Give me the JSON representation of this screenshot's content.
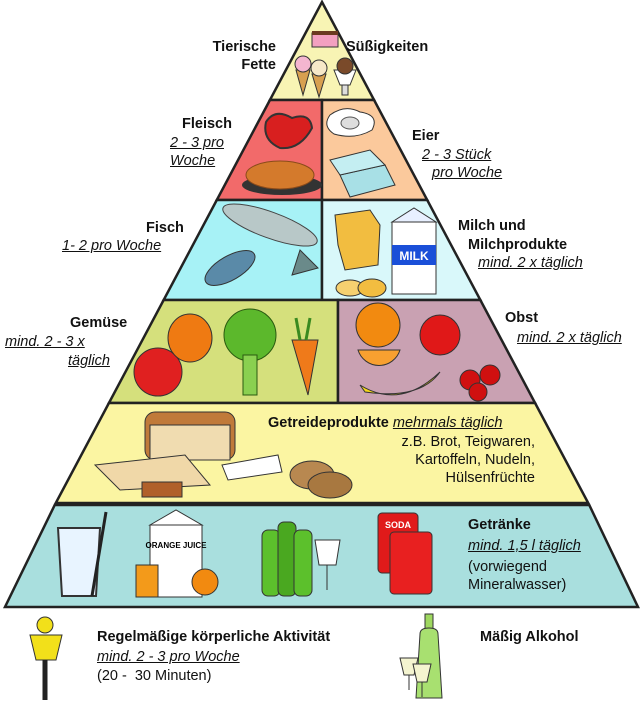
{
  "title": "Ernährungspyramide",
  "colors": {
    "top": "#f8f4b4",
    "meat": "#f26a6a",
    "eggs": "#fbc99c",
    "fish": "#a7f2f6",
    "dairy": "#d9f8fa",
    "veg": "#d5e07c",
    "fruit": "#c9a1b2",
    "grain": "#fbf5a2",
    "drinks": "#a9dfde"
  },
  "tiers": {
    "fats": {
      "label_1": "Tierische",
      "label_2": "Fette"
    },
    "sweets": {
      "label": "Süßigkeiten"
    },
    "meat": {
      "label": "Fleisch",
      "freq_1": "2 - 3 pro",
      "freq_2": "Woche"
    },
    "eggs": {
      "label": "Eier",
      "freq_1": "2 - 3 Stück",
      "freq_2": "pro Woche"
    },
    "fish": {
      "label": "Fisch",
      "freq": "1- 2 pro Woche"
    },
    "dairy": {
      "label_1": "Milch und",
      "label_2": "Milchprodukte",
      "freq": "mind. 2 x täglich",
      "carton_text": "MILK"
    },
    "vegetables": {
      "label": "Gemüse",
      "freq_1": "mind. 2 - 3 x",
      "freq_2": "täglich"
    },
    "fruit": {
      "label": "Obst",
      "freq": "mind. 2 x täglich"
    },
    "grains": {
      "label": "Getreideprodukte",
      "freq": "mehrmals täglich",
      "examples": [
        "z.B. Brot, Teigwaren,",
        "Kartoffeln, Nudeln,",
        "Hülsenfrüchte"
      ]
    },
    "drinks": {
      "label": "Getränke",
      "freq": "mind. 1,5 l täglich",
      "note_1": "(vorwiegend",
      "note_2": "Mineralwasser)",
      "juice_text": "ORANGE JUICE",
      "soda_text": "SODA"
    }
  },
  "footer": {
    "activity": {
      "label": "Regelmäßige körperliche Aktivität",
      "freq": "mind. 2 - 3 pro Woche",
      "duration": "(20 -  30 Minuten)"
    },
    "alcohol": {
      "label": "Mäßig Alkohol"
    }
  }
}
